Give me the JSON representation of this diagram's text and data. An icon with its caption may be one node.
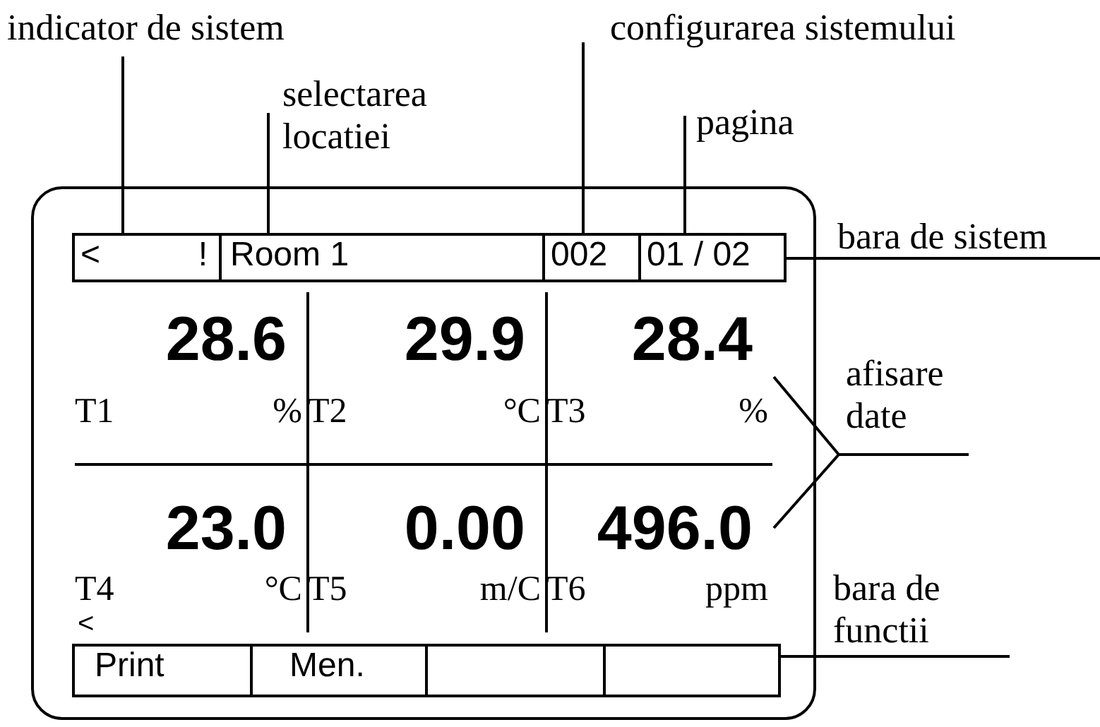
{
  "diagram": {
    "nodes": [
      {
        "text": [],
        "shape": "box"
      },
      {
        "text": [],
        "shape": "bar",
        "in": 0
      },
      {
        "text": [
          "<",
          "!"
        ],
        "in": 1
      },
      {
        "text": [
          "Room 1"
        ],
        "in": 1
      },
      {
        "text": [
          "002"
        ],
        "in": 1
      },
      {
        "text": [
          "01 / 02"
        ],
        "in": 1
      },
      {
        "text": [
          "28.6",
          "T1",
          "%"
        ],
        "in": 0
      },
      {
        "text": [
          "29.9",
          "T2",
          "°C"
        ],
        "in": 0
      },
      {
        "text": [
          "28.4",
          "T3",
          "%"
        ],
        "in": 0
      },
      {
        "text": [
          "23.0",
          "T4",
          "°C"
        ],
        "in": 0
      },
      {
        "text": [
          "0.00",
          "T5",
          "m/C"
        ],
        "in": 0
      },
      {
        "text": [
          "496.0",
          "T6",
          "ppm"
        ],
        "in": 0
      },
      {
        "text": [],
        "shape": "bar",
        "in": 0
      },
      {
        "text": [
          "Print"
        ],
        "in": 12
      },
      {
        "text": [
          "Men."
        ],
        "in": 12
      },
      {
        "text": [],
        "shape": "box",
        "in": 12
      },
      {
        "text": [],
        "shape": "box",
        "in": 12
      },
      {
        "text": [
          "indicator de sistem"
        ]
      },
      {
        "text": [
          "selectarea locatiei"
        ]
      },
      {
        "text": [
          "configurarea sistemului"
        ]
      },
      {
        "text": [
          "pagina"
        ]
      },
      {
        "text": [
          "bara de sistem"
        ]
      },
      {
        "text": [
          "afisare date"
        ]
      },
      {
        "text": [
          "bara de functii"
        ]
      }
    ],
    "edges": [
      {
        "from": 17,
        "to": 2,
        "arrow": "none"
      },
      {
        "from": 18,
        "to": 3,
        "arrow": "none"
      },
      {
        "from": 19,
        "to": 4,
        "arrow": "none"
      },
      {
        "from": 20,
        "to": 5,
        "arrow": "none"
      },
      {
        "from": 21,
        "to": 1,
        "arrow": "none"
      },
      {
        "from": 22,
        "to": 8,
        "arrow": "none"
      },
      {
        "from": 22,
        "to": 11,
        "arrow": "none"
      },
      {
        "from": 23,
        "to": 12,
        "arrow": "none"
      }
    ],
    "labels": [
      "<"
    ]
  }
}
